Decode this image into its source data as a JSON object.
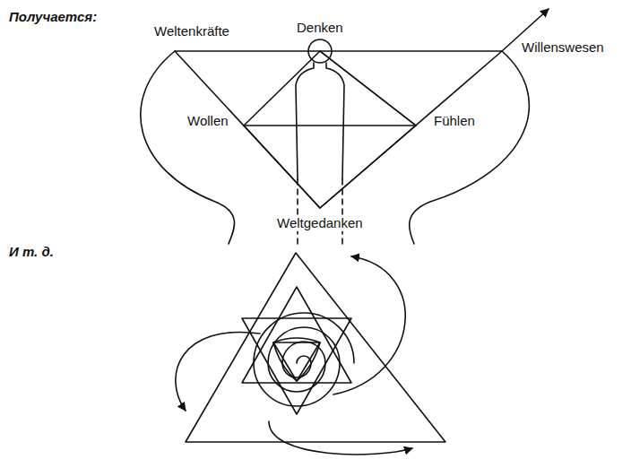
{
  "diagram": {
    "labels": [
      "Получается:",
      "Weltenkräfte",
      "Denken",
      "Willenswesen",
      "Wollen",
      "Fühlen",
      "Weltgedanken",
      "И т. д."
    ]
  }
}
